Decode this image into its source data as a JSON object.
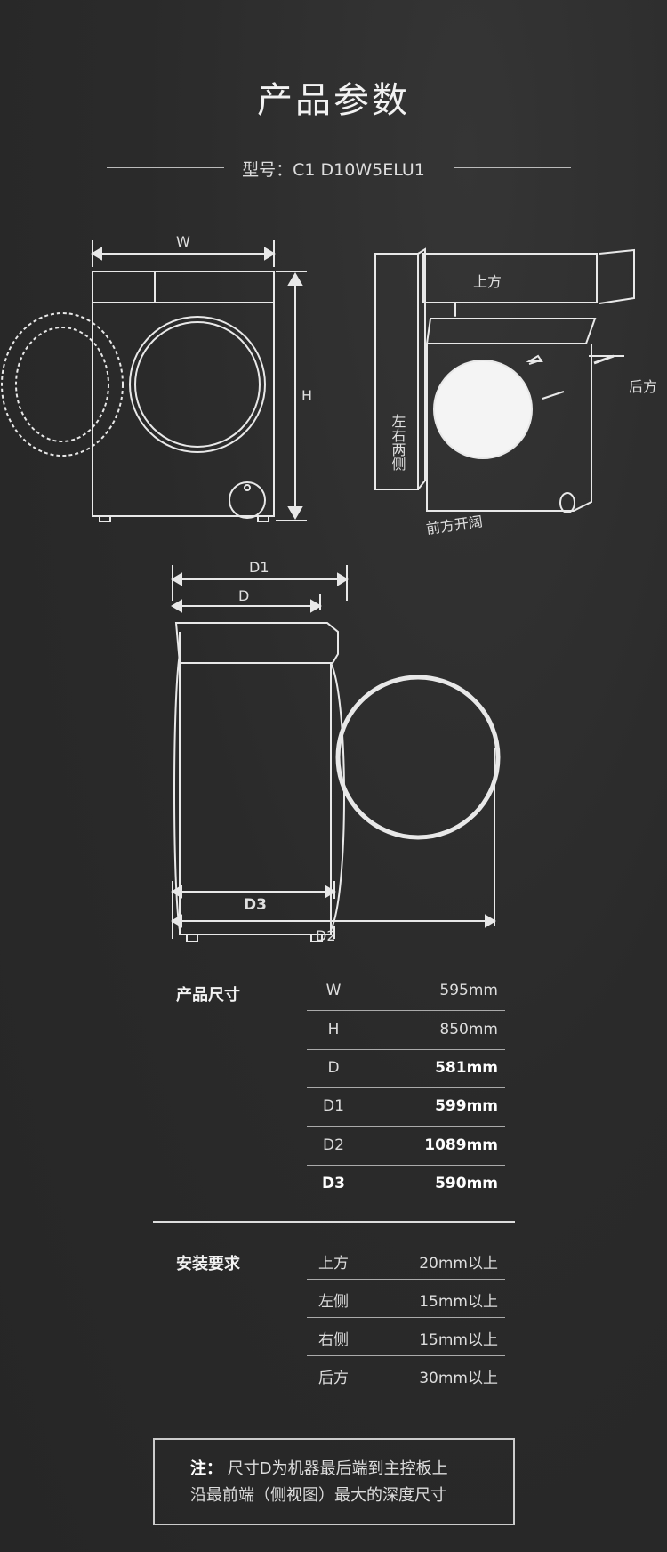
{
  "header": {
    "title": "产品参数",
    "model": "型号：C1 D10W5ELU1"
  },
  "front_view": {
    "width_label": "W",
    "height_label": "H"
  },
  "install_view": {
    "top": "上方",
    "back": "后方",
    "sides": "左右两侧",
    "front": "前方开阔"
  },
  "side_view": {
    "d1": "D1",
    "d": "D",
    "d3": "D3",
    "d2": "D2"
  },
  "dimensions": {
    "title": "产品尺寸",
    "rows": [
      {
        "key": "W",
        "value": "595mm"
      },
      {
        "key": "H",
        "value": "850mm"
      },
      {
        "key": "D",
        "value": "581mm"
      },
      {
        "key": "D1",
        "value": "599mm"
      },
      {
        "key": "D2",
        "value": "1089mm"
      },
      {
        "key": "D3",
        "value": "590mm"
      }
    ]
  },
  "install": {
    "title": "安装要求",
    "rows": [
      {
        "key": "上方",
        "value": "20mm以上"
      },
      {
        "key": "左侧",
        "value": "15mm以上"
      },
      {
        "key": "右侧",
        "value": "15mm以上"
      },
      {
        "key": "后方",
        "value": "30mm以上"
      }
    ]
  },
  "note": {
    "label": "注：",
    "line1": "尺寸D为机器最后端到主控板上",
    "line2": "沿最前端（侧视图）最大的深度尺寸"
  }
}
